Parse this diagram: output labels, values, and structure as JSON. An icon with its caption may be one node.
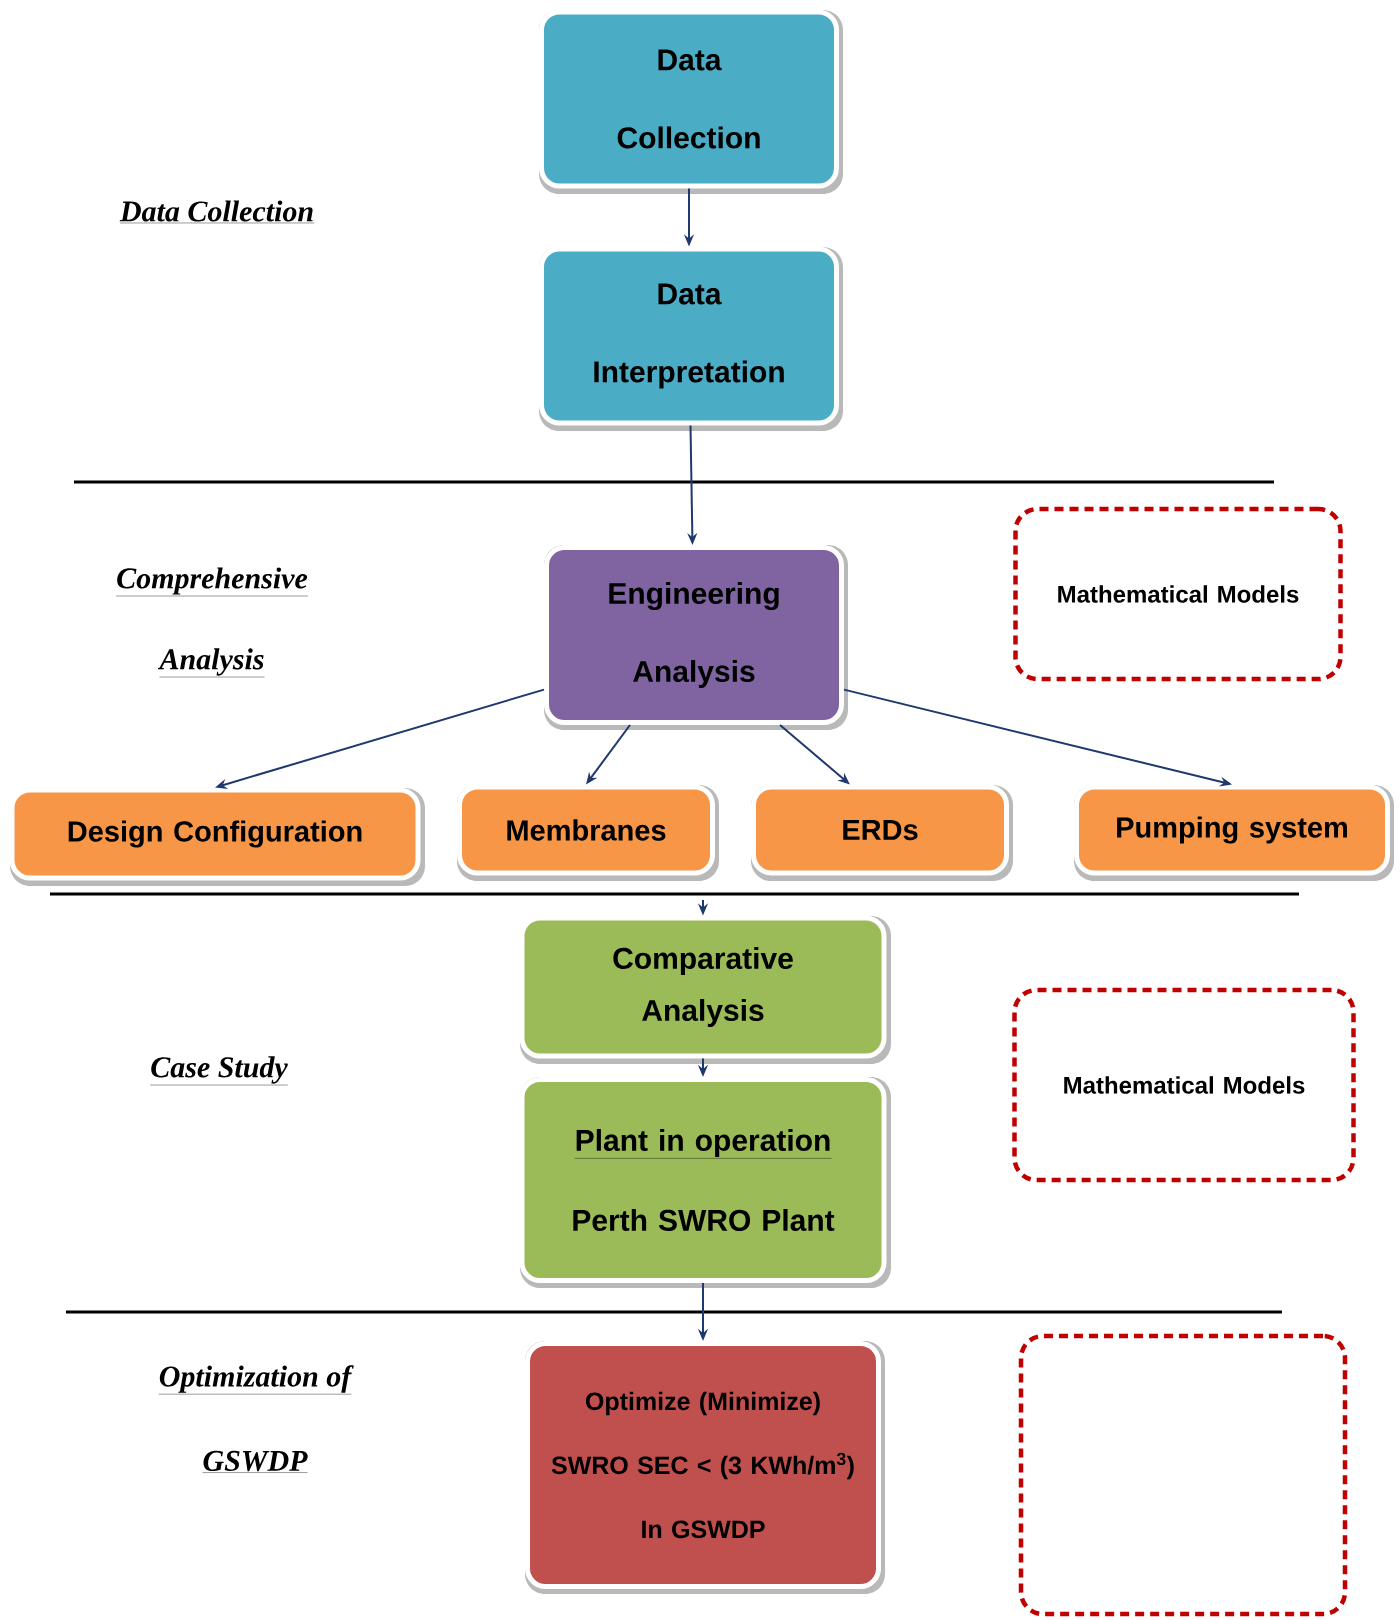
{
  "diagram": {
    "nodes": [
      {
        "text": [
          "Data Collection"
        ]
      },
      {
        "text": [
          "Data Interpretation"
        ]
      },
      {
        "text": [
          "Engineering Analysis"
        ]
      },
      {
        "text": [
          "Design Configuration"
        ]
      },
      {
        "text": [
          "Membranes"
        ]
      },
      {
        "text": [
          "ERDs"
        ]
      },
      {
        "text": [
          "Pumping system"
        ]
      },
      {
        "text": [
          "Comparative Analysis"
        ]
      },
      {
        "text": [
          "Plant in operation",
          "Perth SWRO Plant"
        ]
      },
      {
        "text": [
          "Optimize (Minimize)",
          "SWRO SEC < (3 KWh/m$^{3}$)",
          "In GSWDP"
        ]
      },
      {
        "text": [
          "Mathematical Models"
        ]
      },
      {
        "text": [
          "Mathematical Models"
        ]
      },
      {
        "text": [],
        "shape": "box"
      }
    ],
    "edges": [
      {
        "from": 0,
        "to": 1,
        "arrow": "to"
      },
      {
        "from": 1,
        "to": 2,
        "arrow": "to"
      },
      {
        "from": 2,
        "to": 3,
        "arrow": "to"
      },
      {
        "from": 2,
        "to": 4,
        "arrow": "to"
      },
      {
        "from": 2,
        "to": 5,
        "arrow": "to"
      },
      {
        "from": 2,
        "to": 6,
        "arrow": "to"
      },
      {
        "from": null,
        "to": 7,
        "arrow": "to"
      },
      {
        "from": 7,
        "to": 8,
        "arrow": "to"
      },
      {
        "from": 8,
        "to": 9,
        "arrow": "to"
      }
    ],
    "labels": [
      "Data Collection",
      "Comprehensive",
      "Analysis",
      "Case Study",
      "Optimization of",
      "GSWDP"
    ]
  }
}
